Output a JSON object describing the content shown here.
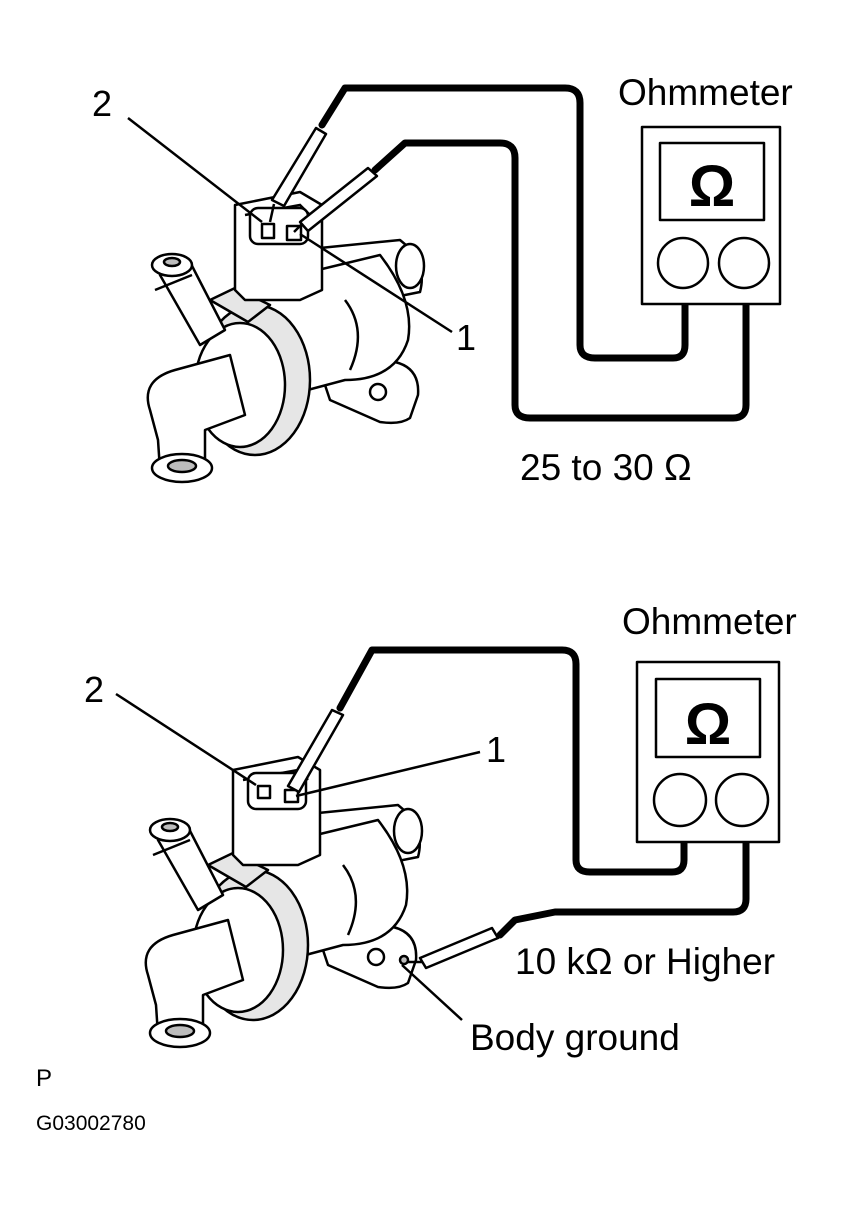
{
  "diagram": {
    "top": {
      "meter_label": "Ohmmeter",
      "meter_symbol": "Ω",
      "terminal_2": "2",
      "terminal_1": "1",
      "reading": "25 to 30 Ω"
    },
    "bottom": {
      "meter_label": "Ohmmeter",
      "meter_symbol": "Ω",
      "terminal_2": "2",
      "terminal_1": "1",
      "reading": "10 kΩ or Higher",
      "ground_label": "Body ground"
    },
    "corner_letter": "P",
    "figure_code": "G03002780"
  }
}
